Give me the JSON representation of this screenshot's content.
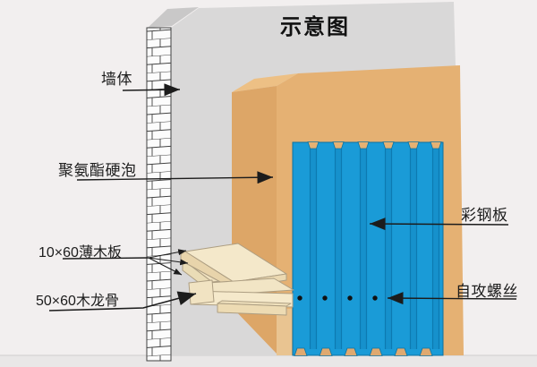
{
  "title": "示意图",
  "labels": {
    "wall": "墙体",
    "foam": "聚氨酯硬泡",
    "thin_board": "10×60薄木板",
    "wood_keel": "50×60木龙骨",
    "steel_panel": "彩钢板",
    "screws": "自攻螺丝"
  },
  "screws": {
    "count": 4
  },
  "colors": {
    "background": "#F2EFEF",
    "floor": "#E9E7E7",
    "wall_gray": "#D9D8D8",
    "wall_cap_gray": "#C9C8C8",
    "foam_front": "#E5B173",
    "foam_side": "#DDA667",
    "foam_bevel": "#EDC085",
    "panel_blue": "#1A9BD7",
    "panel_blue_dark": "#0D7AB1",
    "wood_cream": "#F2E5C5",
    "brick_white": "#FCFCFC",
    "line_black": "#1C1C1C"
  }
}
